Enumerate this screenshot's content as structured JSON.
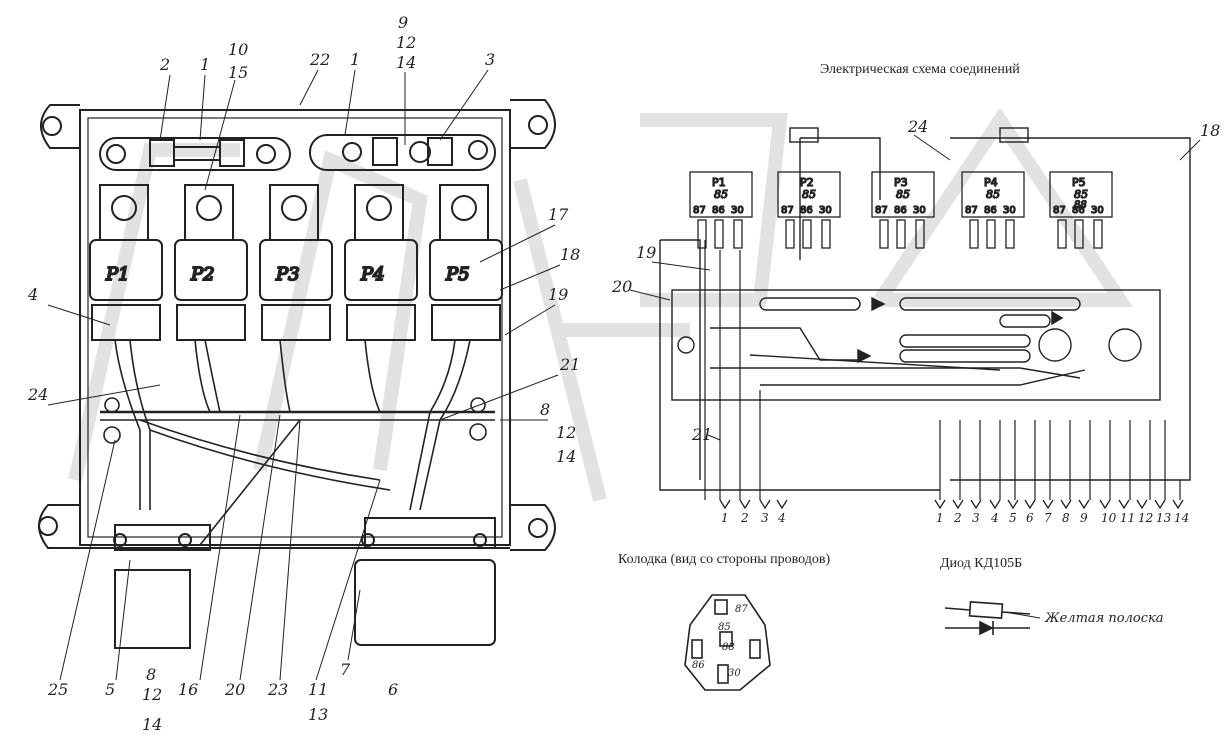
{
  "schematic_title": "Электрическая схема соединений",
  "connector_caption": "Колодка (вид со стороны проводов)",
  "diode_caption": "Диод КД105Б",
  "diode_note": "Желтая полоска",
  "relays_left": [
    "P1",
    "P2",
    "P3",
    "P4",
    "P5"
  ],
  "relays_schematic": [
    {
      "name": "P1",
      "pins_top": "85",
      "pins": [
        "87",
        "86",
        "30"
      ]
    },
    {
      "name": "P2",
      "pins_top": "85",
      "pins": [
        "87",
        "86",
        "30"
      ]
    },
    {
      "name": "P3",
      "pins_top": "85",
      "pins": [
        "87",
        "86",
        "30"
      ]
    },
    {
      "name": "P4",
      "pins_top": "85",
      "pins": [
        "87",
        "86",
        "30"
      ]
    },
    {
      "name": "P5",
      "pins_top": "85",
      "pins_extra": "88",
      "pins": [
        "87",
        "86",
        "30"
      ]
    }
  ],
  "left_connector_terminals": [
    "1",
    "2",
    "3",
    "4"
  ],
  "right_connector_terminals": [
    "1",
    "2",
    "3",
    "4",
    "5",
    "6",
    "7",
    "8",
    "9",
    "10",
    "11",
    "12",
    "13",
    "14"
  ],
  "connector_pins": [
    "87",
    "88",
    "86",
    "30",
    "85"
  ],
  "callouts": {
    "top": [
      "2",
      "1",
      "10",
      "15",
      "22",
      "1",
      "9",
      "12",
      "14",
      "3"
    ],
    "right": [
      "17",
      "18",
      "19",
      "21",
      "8",
      "12",
      "14"
    ],
    "left": [
      "4",
      "24"
    ],
    "bottom": [
      "25",
      "5",
      "8",
      "12",
      "14",
      "16",
      "20",
      "23",
      "11",
      "13",
      "7",
      "6"
    ],
    "schematic": [
      "24",
      "18",
      "19",
      "20",
      "21"
    ]
  }
}
